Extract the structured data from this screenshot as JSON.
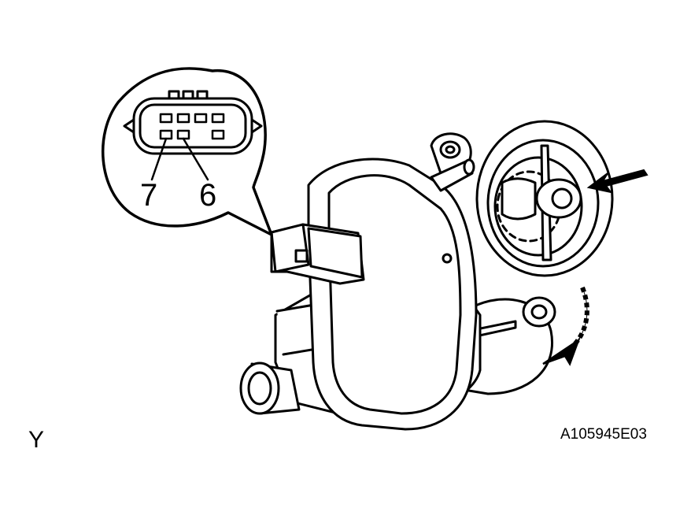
{
  "connector_callout": {
    "pin_labels": [
      "7",
      "6"
    ]
  },
  "view_label": "Y",
  "figure_code": "A105945E03",
  "colors": {
    "line": "#000000",
    "background": "#ffffff"
  }
}
